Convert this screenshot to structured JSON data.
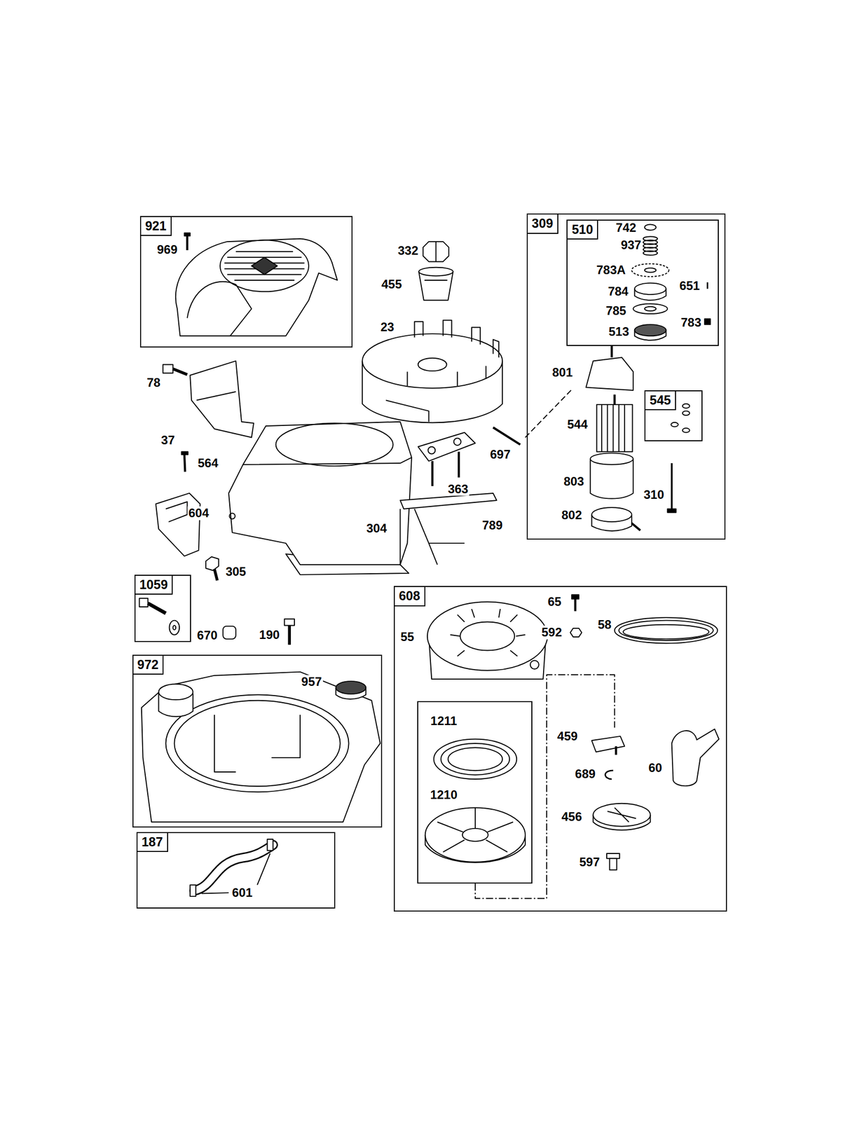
{
  "diagram": {
    "nodes": [
      {
        "text": [
          "921",
          "969"
        ]
      },
      {
        "text": [
          "309",
          "801",
          "544",
          "803",
          "802",
          "310"
        ]
      },
      {
        "text": [
          "510",
          "742",
          "937",
          "783A",
          "784",
          "651",
          "785",
          "783",
          "513"
        ],
        "in": 1
      },
      {
        "text": [
          "545"
        ],
        "in": 1
      },
      {
        "text": [
          "1059"
        ]
      },
      {
        "text": [
          "608",
          "65",
          "55",
          "592",
          "58",
          "459",
          "689",
          "60",
          "456",
          "597"
        ]
      },
      {
        "text": [
          "972",
          "957"
        ]
      },
      {
        "text": [
          "187",
          "601"
        ]
      },
      {
        "text": [
          "1211",
          "1210"
        ],
        "in": 5
      }
    ],
    "labels": [
      "332",
      "455",
      "23",
      "78",
      "37",
      "564",
      "697",
      "604",
      "363",
      "304",
      "789",
      "305",
      "670",
      "190"
    ]
  }
}
